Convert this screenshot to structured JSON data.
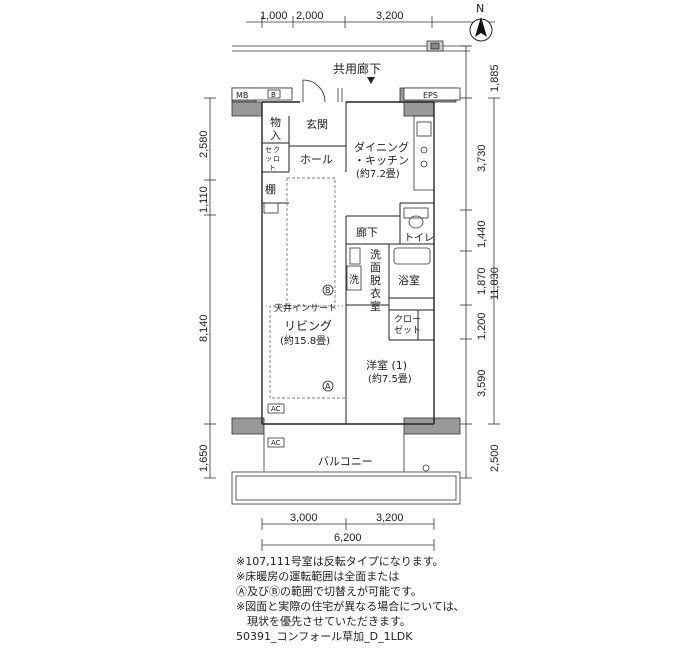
{
  "dimensions": {
    "top": [
      "1,000",
      "2,000",
      "3,200"
    ],
    "bottom_row1": [
      "3,000",
      "3,200"
    ],
    "bottom_total": "6,200",
    "left": [
      "2,580",
      "1,110",
      "8,140",
      "1,650"
    ],
    "right": [
      "1,885",
      "3,730",
      "1,440",
      "1,870",
      "11,830",
      "1,200",
      "3,590",
      "2,500"
    ]
  },
  "compass": {
    "label": "N"
  },
  "rooms": {
    "corridor": "共用廊下",
    "mb": "MB",
    "b": "B",
    "eps": "EPS",
    "storage_1": "物",
    "storage_2": "入",
    "entrance": "玄関",
    "security_1": "セ",
    "security_2": "ク",
    "security_3": "ッ",
    "security_4": "ロ",
    "security_5": "ト",
    "hall": "ホール",
    "shelf": "棚",
    "dining_1": "ダイニング",
    "dining_2": "・キッチン",
    "dining_size": "(約7.2畳)",
    "hallway": "廊下",
    "toilet": "トイレ",
    "washroom_1": "洗",
    "washroom_2": "面",
    "washroom_3": "脱",
    "washroom_4": "衣",
    "washroom_5": "室",
    "washer": "洗",
    "bath": "浴室",
    "closet_1": "クロー",
    "closet_2": "ゼット",
    "ceiling_insert": "天井インサート",
    "living": "リビング",
    "living_size": "(約15.8畳)",
    "western": "洋室 (1)",
    "western_size": "(約7.5畳)",
    "ac": "AC",
    "balcony": "バルコニー",
    "marker_a": "A",
    "marker_b": "B"
  },
  "notes": [
    "※107,111号室は反転タイプになります。",
    "※床暖房の運転範囲は全面または",
    "Ⓐ及びⒷの範囲で切替えが可能です。",
    "※図面と実際の住宅が異なる場合については、",
    "　現状を優先させていただきます。"
  ],
  "caption": "50391_コンフォール草加_D_1LDK"
}
